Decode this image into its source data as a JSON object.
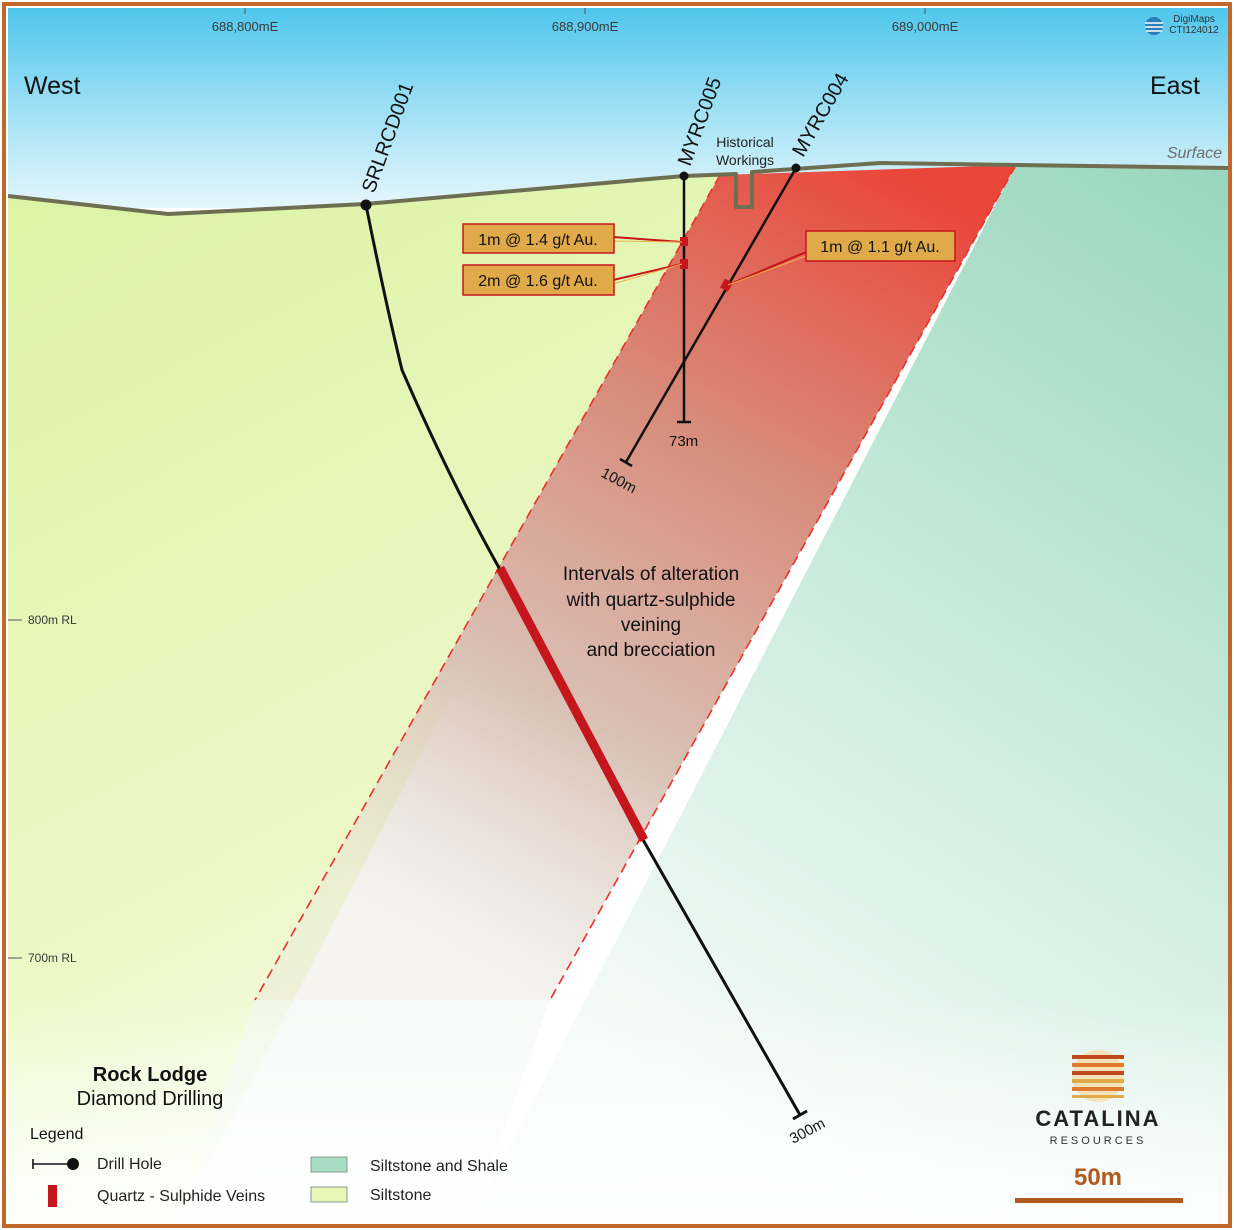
{
  "easting_labels": [
    "688,800mE",
    "688,900mE",
    "689,000mE"
  ],
  "rl_labels": [
    "800m RL",
    "700m RL"
  ],
  "direction": {
    "west": "West",
    "east": "East"
  },
  "surface_label": "Surface",
  "credit": {
    "line1": "DigiMaps",
    "line2": "CTI124012"
  },
  "holes": {
    "srl": {
      "name": "SRLRCD001",
      "depth": "300m"
    },
    "my5": {
      "name": "MYRC005",
      "depth": "73m"
    },
    "my4": {
      "name": "MYRC004",
      "depth": "100m"
    }
  },
  "historical": {
    "line1": "Historical",
    "line2": "Workings"
  },
  "intercepts": {
    "a": "1m @ 1.4 g/t Au.",
    "b": "2m @ 1.6 g/t Au.",
    "c": "1m @ 1.1 g/t Au."
  },
  "zone_text": [
    "Intervals of alteration",
    "with quartz-sulphide",
    "veining",
    "and brecciation"
  ],
  "project": {
    "title": "Rock Lodge",
    "subtitle": "Diamond Drilling"
  },
  "legend": {
    "title": "Legend",
    "drill_hole": "Drill Hole",
    "veins": "Quartz - Sulphide Veins",
    "shale": "Siltstone and Shale",
    "siltstone": "Siltstone"
  },
  "company": {
    "name": "CATALINA",
    "sub": "RESOURCES"
  },
  "scale": "50m",
  "colors": {
    "frame": "#c0672a",
    "sky_top": "#4fc6ec",
    "siltstone": "#e8f7b6",
    "shale": "#a8dcc4",
    "alteration": "#d2584b",
    "vein": "#c4161c",
    "callout_fill": "#e0a94a",
    "scale_bar": "#b05a1e"
  }
}
